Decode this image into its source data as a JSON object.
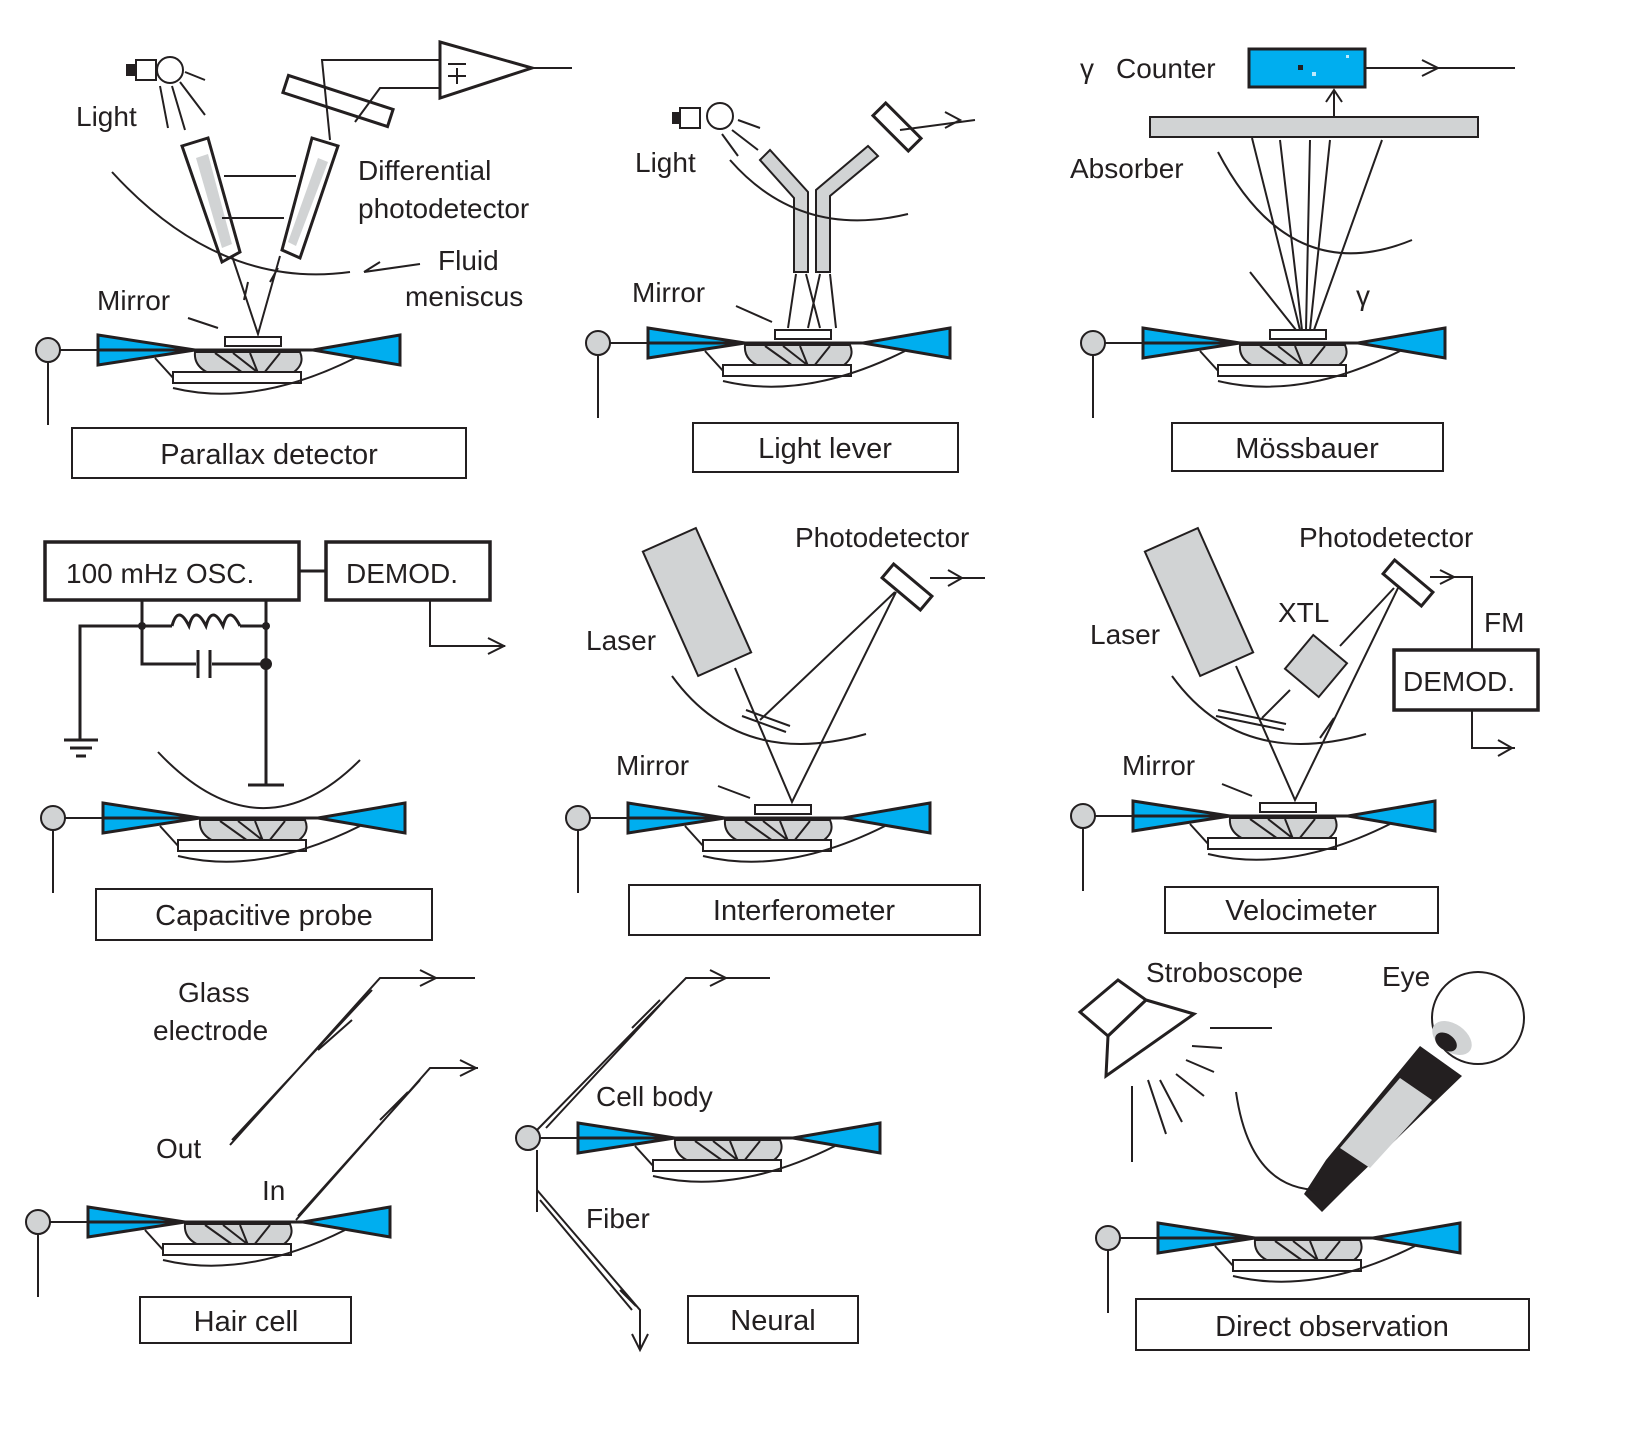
{
  "panels": {
    "parallax": {
      "caption": "Parallax detector",
      "light": "Light",
      "detector_1": "Differential",
      "detector_2": "photodetector",
      "fluid_1": "Fluid",
      "fluid_2": "meniscus",
      "mirror": "Mirror"
    },
    "light_lever": {
      "caption": "Light lever",
      "light": "Light",
      "mirror": "Mirror"
    },
    "mossbauer": {
      "caption": "Mössbauer",
      "counter": "Counter",
      "absorber": "Absorber",
      "gamma": "γ"
    },
    "capacitive": {
      "caption": "Capacitive probe",
      "osc": "100 mHz OSC.",
      "demod": "DEMOD."
    },
    "interferometer": {
      "caption": "Interferometer",
      "photodetector": "Photodetector",
      "laser": "Laser",
      "mirror": "Mirror"
    },
    "velocimeter": {
      "caption": "Velocimeter",
      "photodetector": "Photodetector",
      "laser": "Laser",
      "xtl": "XTL",
      "fm": "FM",
      "demod": "DEMOD.",
      "mirror": "Mirror"
    },
    "hair_cell": {
      "caption": "Hair cell",
      "electrode_1": "Glass",
      "electrode_2": "electrode",
      "out": "Out",
      "in": "In"
    },
    "neural": {
      "caption": "Neural",
      "cell_body": "Cell body",
      "fiber": "Fiber"
    },
    "direct": {
      "caption": "Direct observation",
      "stroboscope": "Stroboscope",
      "eye": "Eye"
    }
  },
  "colors": {
    "wedge": "#00aeef",
    "tissue": "#d1d3d4",
    "ink": "#231f20"
  }
}
